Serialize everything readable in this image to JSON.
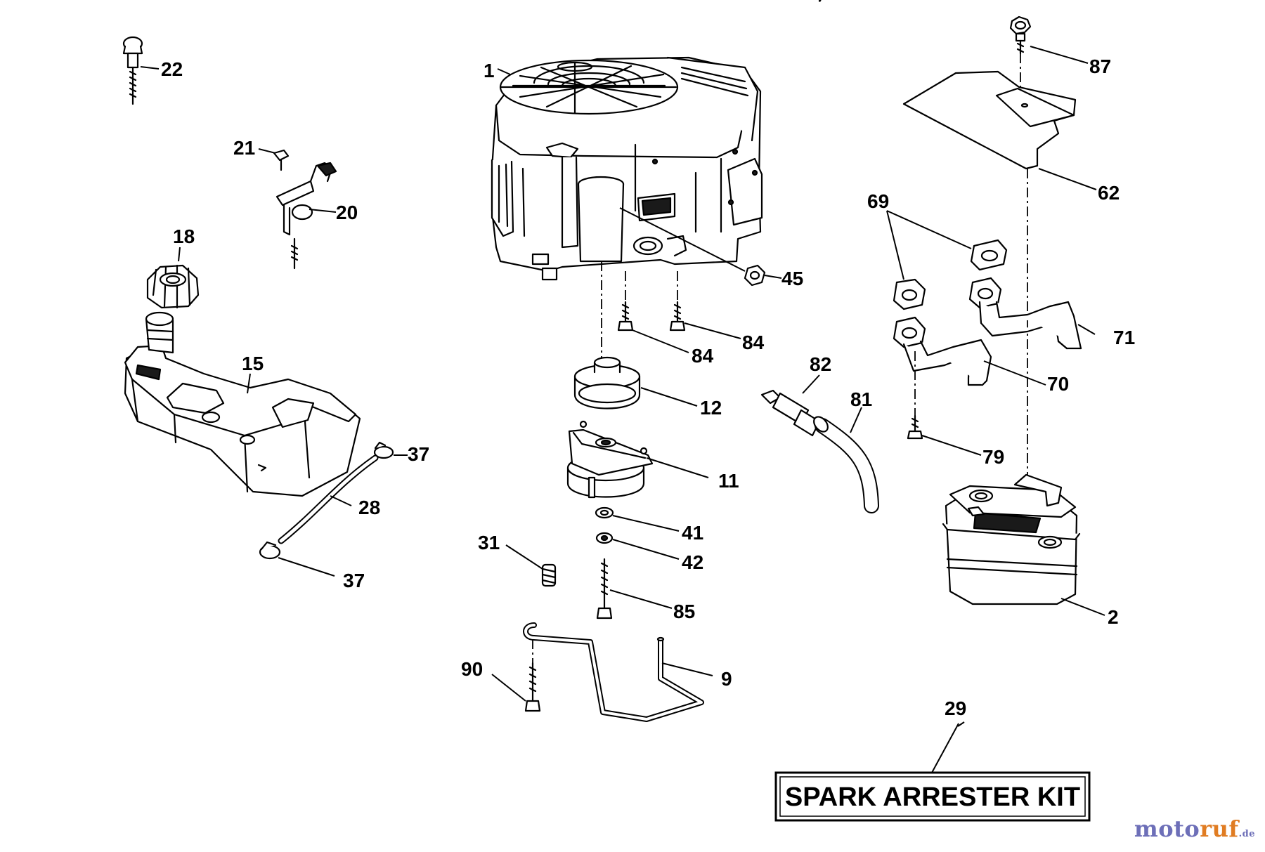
{
  "labels": {
    "p22": "22",
    "p21": "21",
    "p20": "20",
    "p18": "18",
    "p15": "15",
    "p37a": "37",
    "p28": "28",
    "p37b": "37",
    "p1": "1",
    "p45": "45",
    "p84a": "84",
    "p84b": "84",
    "p12": "12",
    "p11": "11",
    "p41": "41",
    "p42": "42",
    "p31": "31",
    "p85": "85",
    "p90": "90",
    "p9": "9",
    "p82": "82",
    "p81": "81",
    "p87": "87",
    "p62": "62",
    "p69": "69",
    "p71": "71",
    "p70": "70",
    "p79": "79",
    "p2": "2",
    "p29": "29"
  },
  "kit_label": "SPARK ARRESTER KIT",
  "brand": {
    "part1": "moto",
    "part2": "ruf",
    "part3": ".de"
  },
  "colors": {
    "ink": "#000000",
    "brand_blue": "#6d6fb8",
    "brand_orange": "#e07c22"
  }
}
